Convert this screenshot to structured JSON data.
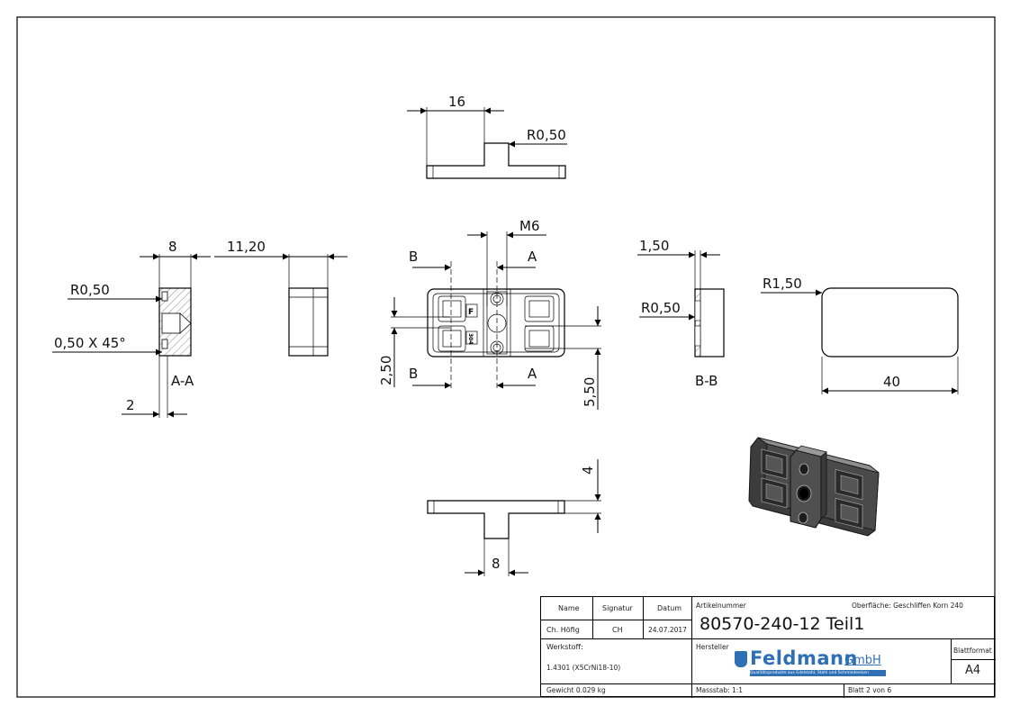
{
  "views": {
    "top_width": "16",
    "top_radius": "R0,50",
    "section_width": "8",
    "side_width": "11,20",
    "section_radius": "R0,50",
    "section_chamfer": "0,50 X 45°",
    "section_label_aa": "A-A",
    "section_min": "2",
    "front_thread": "M6",
    "front_cut_b": "B",
    "front_cut_a": "A",
    "front_offset": "2,50",
    "front_height": "5,50",
    "front_stamp_1": "F",
    "front_stamp_2": "304",
    "bb_width": "1,50",
    "bb_radius": "R0,50",
    "section_label_bb": "B-B",
    "outline_radius": "R1,50",
    "outline_length": "40",
    "bottom_height": "4",
    "bottom_width": "8"
  },
  "title_block": {
    "name_header": "Name",
    "signature_header": "Signatur",
    "date_header": "Datum",
    "name_value": "Ch. Höfig",
    "signature_value": "CH",
    "date_value": "24.07.2017",
    "material_label": "Werkstoff:",
    "material_value": "1.4301 (X5CrNi18-10)",
    "weight": "Gewicht 0.029 kg",
    "article_label": "Artikelnummer",
    "surface": "Oberfläche:  Geschliffen Korn 240",
    "article_number": "80570-240-12 Teil1",
    "manufacturer_label": "Hersteller",
    "logo_name": "Feldmann",
    "logo_suffix": "GmbH",
    "logo_tagline": "Qualitätsprodukte aus Edelstahl, Stahl und Schmiedeeisen",
    "format_label": "Blattformat",
    "format_value": "A4",
    "scale": "Massstab: 1:1",
    "sheet": "Blatt 2 von 6"
  }
}
